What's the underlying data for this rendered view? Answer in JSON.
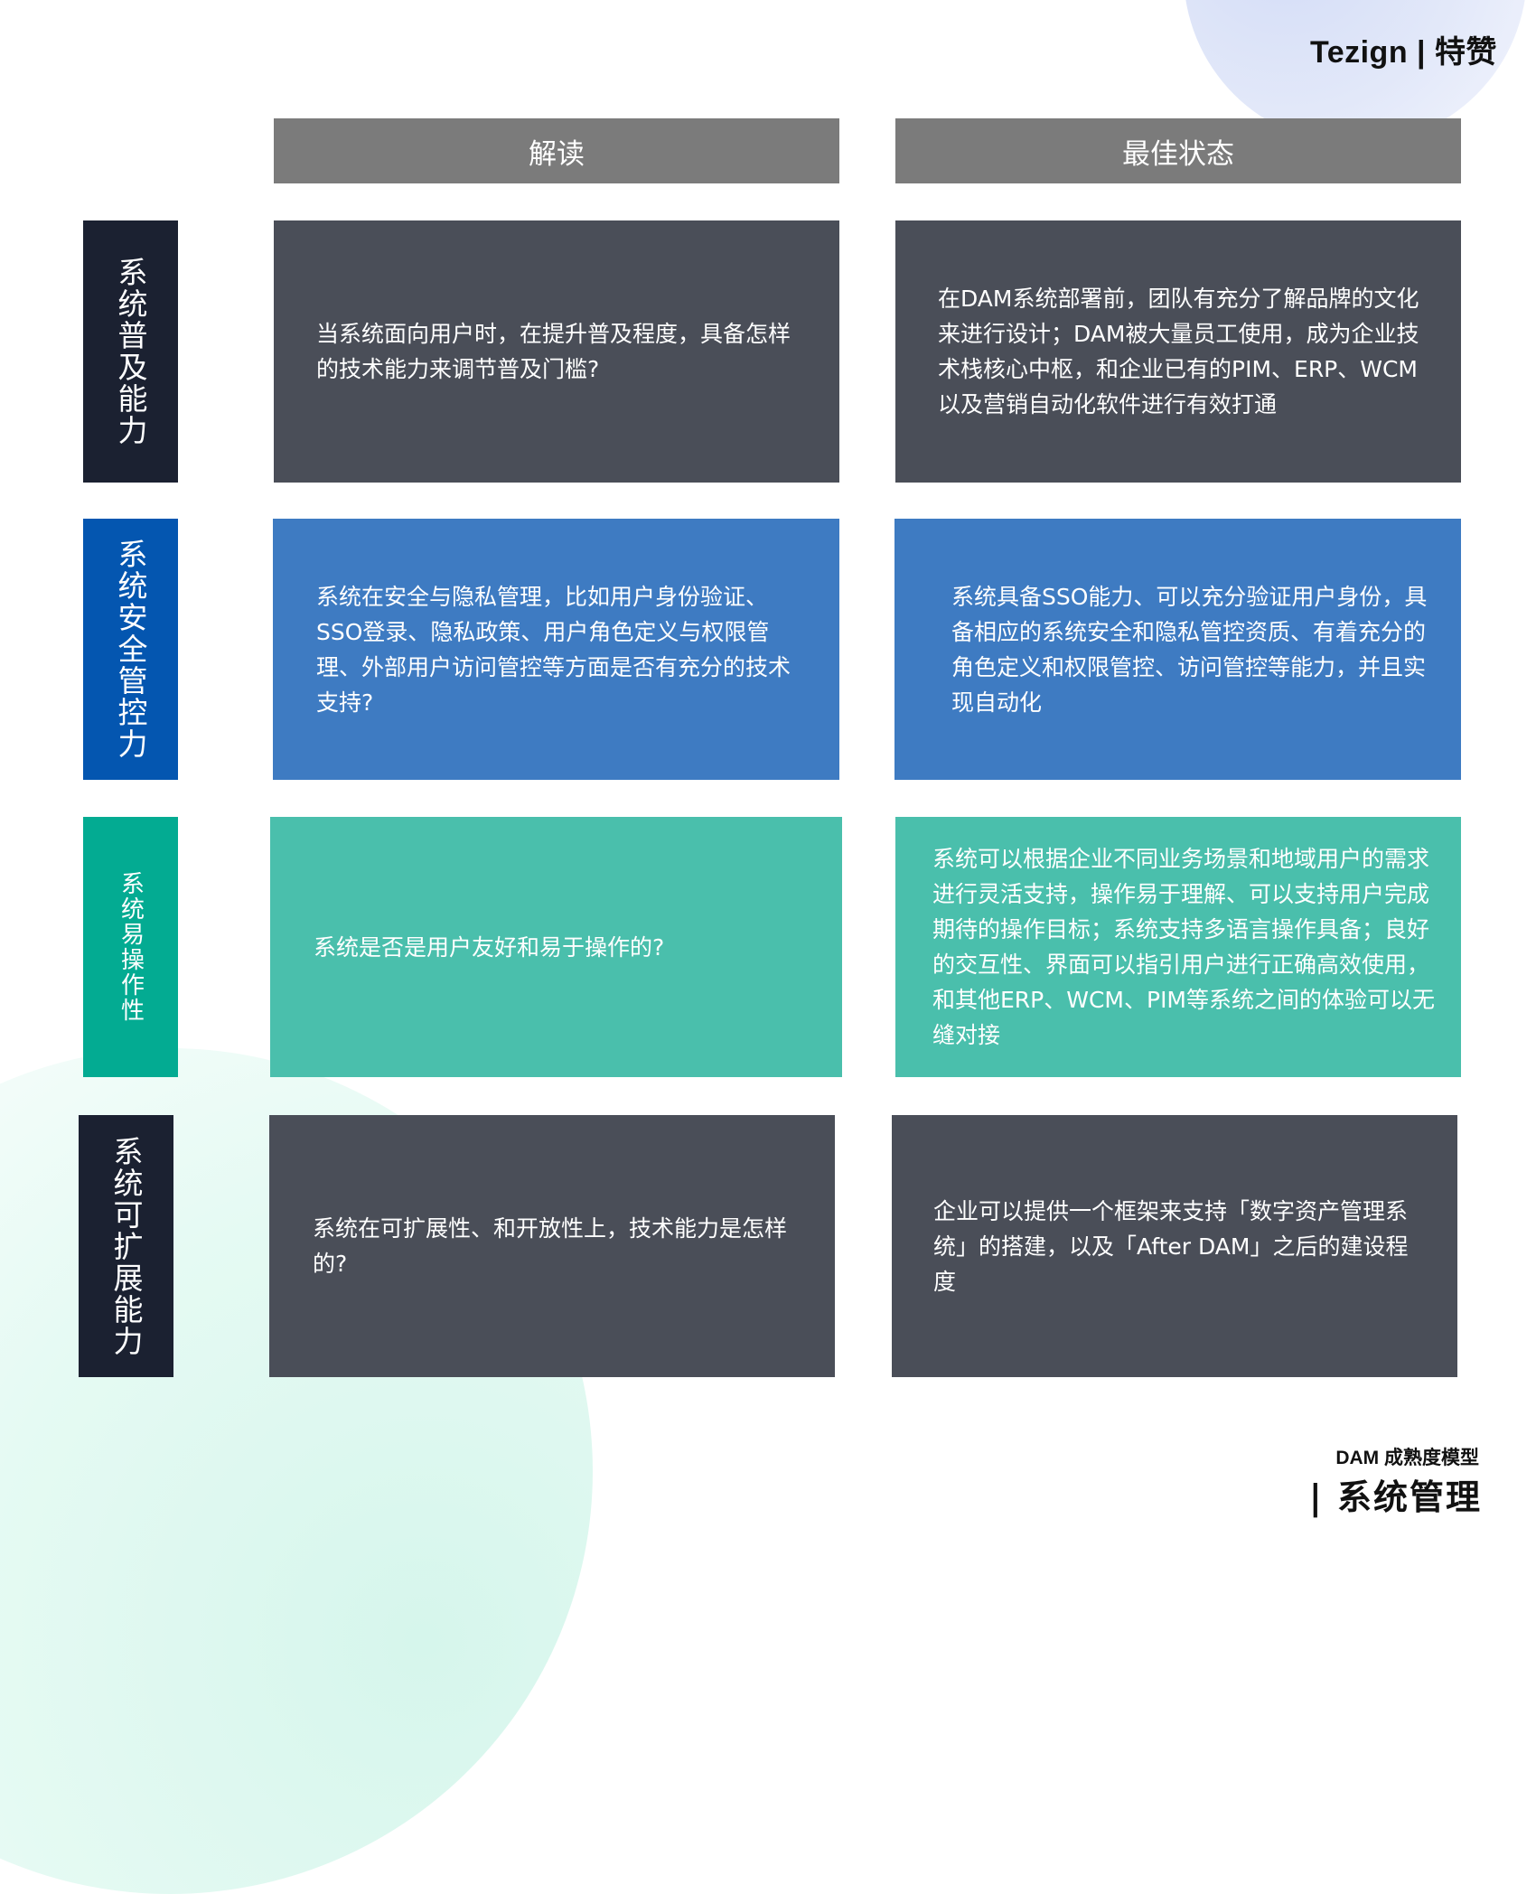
{
  "brand": {
    "text": "Tezign | 特赞"
  },
  "columns": {
    "interpretation": "解读",
    "best_state": "最佳状态"
  },
  "colors": {
    "header_gray": "#7b7b7b",
    "dark_label": "#1b2131",
    "dark_cell": "#4a4e58",
    "blue_label": "#0456b0",
    "blue_cell": "#3e7bc2",
    "teal_label": "#03ab92",
    "teal_cell": "#4abfac"
  },
  "rows": [
    {
      "label": "系统普及能力",
      "interpretation": "当系统面向用户时，在提升普及程度，具备怎样的技术能力来调节普及门槛?",
      "best_state": "在DAM系统部署前，团队有充分了解品牌的文化来进行设计；DAM被大量员工使用，成为企业技术栈核心中枢，和企业已有的PIM、ERP、WCM以及营销自动化软件进行有效打通"
    },
    {
      "label": "系统安全管控力",
      "interpretation": "系统在安全与隐私管理，比如用户身份验证、SSO登录、隐私政策、用户角色定义与权限管理、外部用户访问管控等方面是否有充分的技术支持?",
      "best_state": "系统具备SSO能力、可以充分验证用户身份，具备相应的系统安全和隐私管控资质、有着充分的角色定义和权限管控、访问管控等能力，并且实现自动化"
    },
    {
      "label": "系统易操作性",
      "interpretation": "系统是否是用户友好和易于操作的?",
      "best_state": "系统可以根据企业不同业务场景和地域用户的需求进行灵活支持，操作易于理解、可以支持用户完成期待的操作目标；系统支持多语言操作具备；良好的交互性、界面可以指引用户进行正确高效使用，和其他ERP、WCM、PIM等系统之间的体验可以无缝对接"
    },
    {
      "label": "系统可扩展能力",
      "interpretation": "系统在可扩展性、和开放性上，技术能力是怎样的?",
      "best_state": "企业可以提供一个框架来支持「数字资产管理系统」的搭建，以及「After DAM」之后的建设程度"
    }
  ],
  "footer": {
    "subtitle": "DAM 成熟度模型",
    "title": "| 系统管理"
  }
}
